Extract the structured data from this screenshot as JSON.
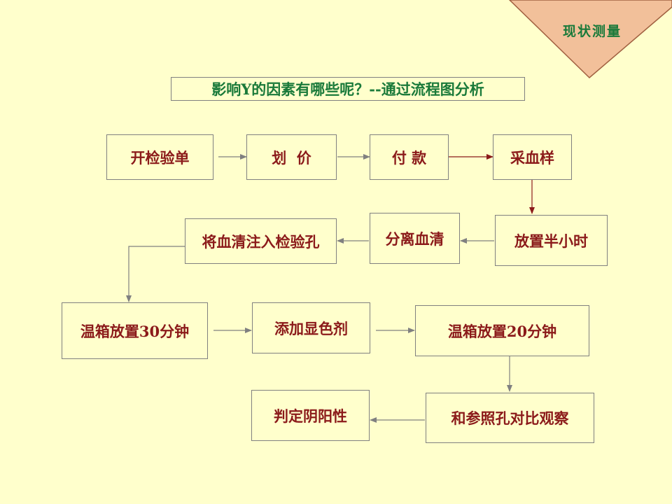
{
  "header": {
    "corner_label": "现状测量",
    "title": "影响Y的因素有哪些呢？--通过流程图分析"
  },
  "flow": {
    "steps": [
      "开检验单",
      "划  价",
      "付 款",
      "采血样",
      "放置半小时",
      "分离血清",
      "将血清注入检验孔",
      "温箱放置30分钟",
      "添加显色剂",
      "温箱放置20分钟",
      "和参照孔对比观察",
      "判定阴阳性"
    ]
  },
  "colors": {
    "background": "#ffffcc",
    "corner_triangle": "#f2c09a",
    "heading_text": "#1a7a3a",
    "node_text": "#8b1a1a",
    "gray_arrow": "#808080",
    "red_arrow": "#8b1a1a"
  }
}
